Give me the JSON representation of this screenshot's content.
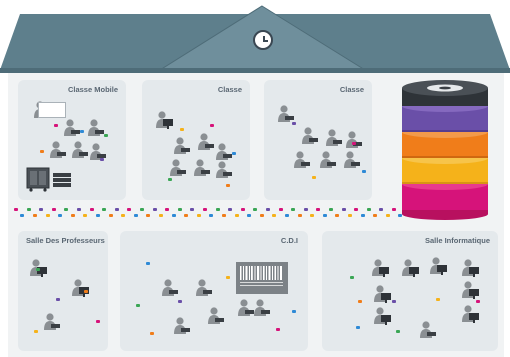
{
  "rooms": {
    "mobile": {
      "title": "Classe Mobile"
    },
    "classe1": {
      "title": "Classe"
    },
    "classe2": {
      "title": "Classe"
    },
    "profs": {
      "title": "Salle Des Professeurs"
    },
    "cdi": {
      "title": "C.D.I"
    },
    "info": {
      "title": "Salle Informatique"
    }
  },
  "icons": {
    "clock": "clock-icon",
    "database": "database-stack-icon",
    "barcode": "barcode-icon",
    "cart": "charging-cart-icon"
  },
  "colors": {
    "roof": "#5e7f8c",
    "wall": "#f1f3f4",
    "room": "#e4e9ec",
    "person": "#8a8f93",
    "db_purple": "#6a4fa8",
    "db_orange": "#f07d1a",
    "db_yellow": "#f5b21a",
    "db_magenta": "#d6137a",
    "db_top": "#3a3f44"
  }
}
